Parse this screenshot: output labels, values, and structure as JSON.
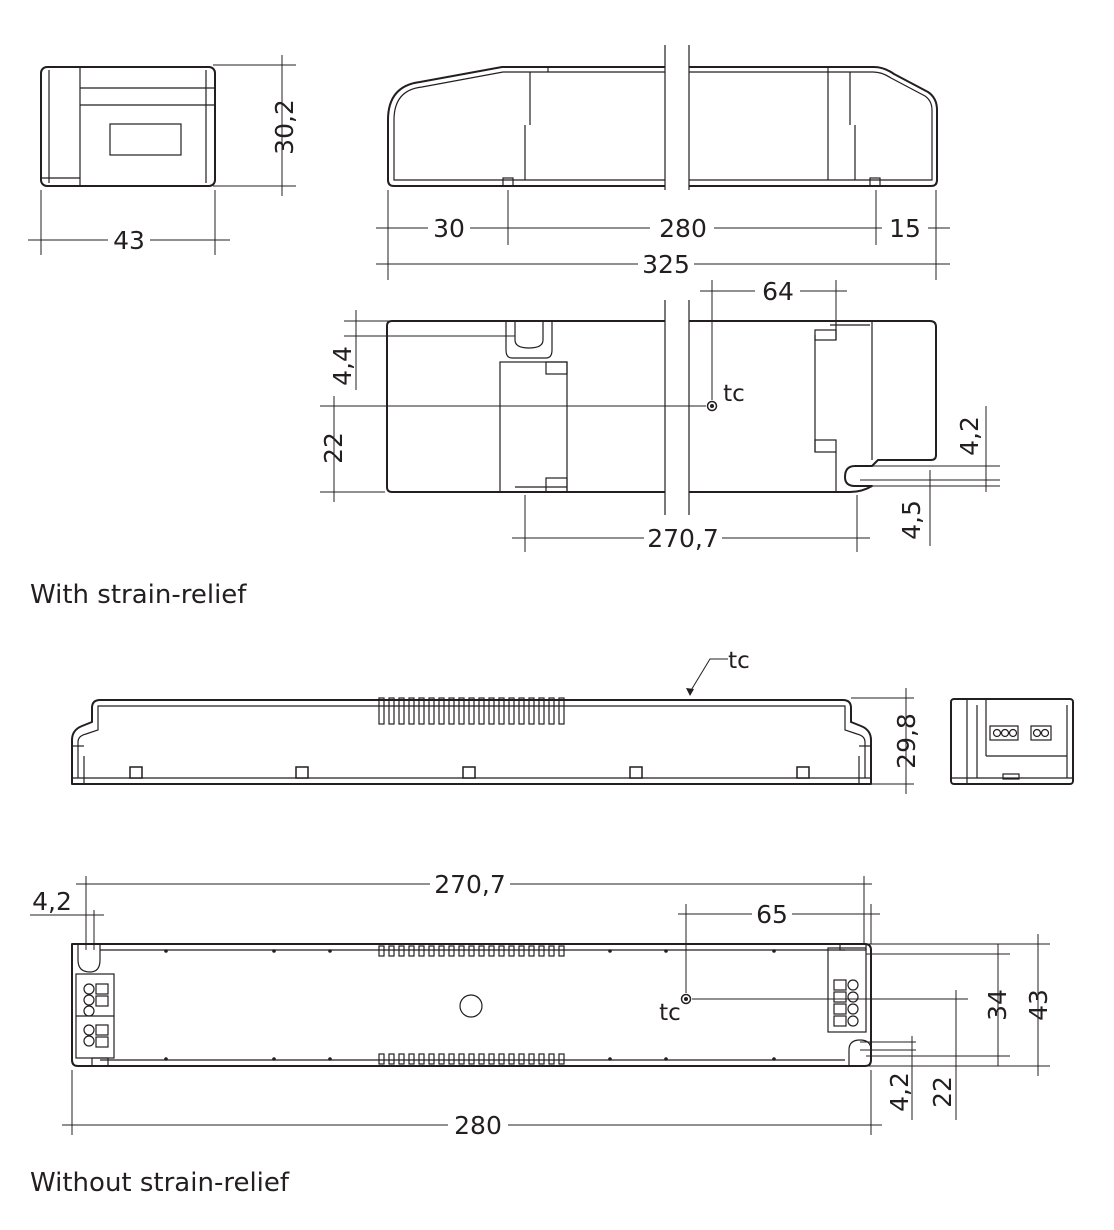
{
  "sections": [
    {
      "caption": "With strain-relief"
    },
    {
      "caption": "Without strain-relief"
    }
  ],
  "dimensions": {
    "end_width": "43",
    "end_height": "30,2",
    "side_left": "30",
    "side_mid": "280",
    "side_right": "15",
    "side_total": "325",
    "top_64": "64",
    "top_4_4": "4,4",
    "top_22": "22",
    "top_4_2": "4,2",
    "top_4_5": "4,5",
    "top_270_7": "270,7",
    "side2_height": "29,8",
    "plan_270_7": "270,7",
    "plan_4_2_left": "4,2",
    "plan_65": "65",
    "plan_34": "34",
    "plan_43": "43",
    "plan_4_2_right": "4,2",
    "plan_22": "22",
    "plan_280": "280"
  },
  "labels": {
    "tc_top": "tc",
    "tc_side": "tc",
    "tc_plan": "tc"
  },
  "colors": {
    "line": "#231f20",
    "background": "#ffffff"
  }
}
